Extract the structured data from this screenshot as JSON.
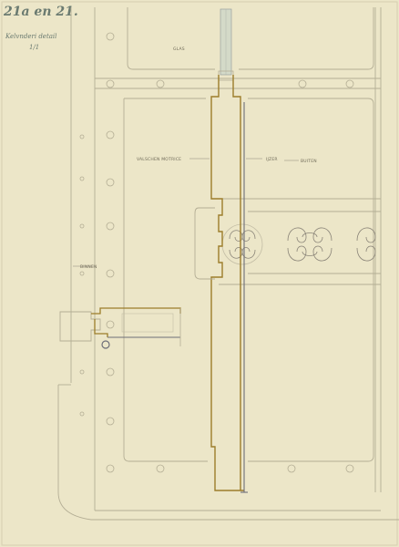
{
  "sheet": {
    "number": "21a en 21.",
    "note_line1": "Kelvnderi detail",
    "note_line2": "1/1"
  },
  "labels": {
    "glass": "GLAS",
    "oak_moulding": "VALSCHEN MOTRICE",
    "iron": "IJZER",
    "outside": "BUITEN",
    "inside": "BINNEN"
  },
  "colors": {
    "paper": "#ece6c8",
    "pencil": "#b4ae95",
    "wood": "#9c7d2a",
    "iron": "#6e6e78",
    "ink_note": "#6a7a70"
  }
}
